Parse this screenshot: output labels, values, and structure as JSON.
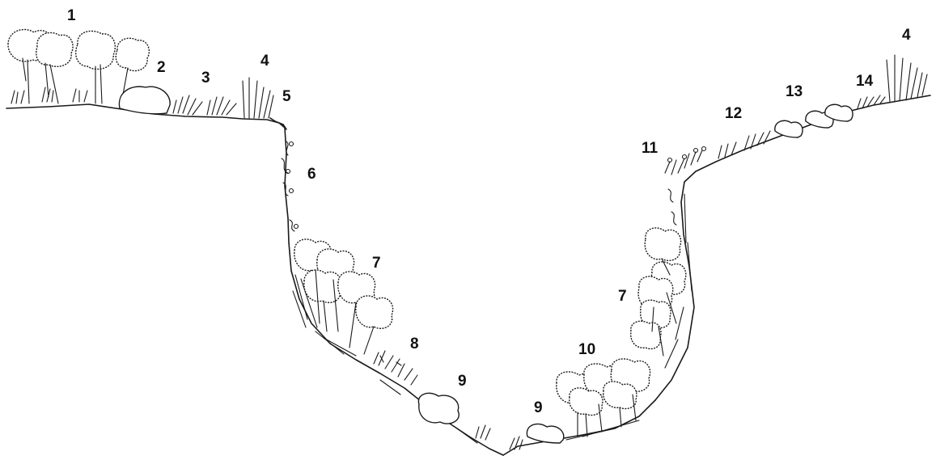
{
  "labels": {
    "l1": "1",
    "l2": "2",
    "l3": "3",
    "l4_left": "4",
    "l5": "5",
    "l6": "6",
    "l7_left": "7",
    "l8": "8",
    "l9_left": "9",
    "l9_right": "9",
    "l10": "10",
    "l7_right": "7",
    "l11": "11",
    "l12": "12",
    "l13": "13",
    "l14": "14",
    "l4_right": "4"
  },
  "colors": {
    "ink": "#1a1a1a",
    "background": "#ffffff"
  }
}
